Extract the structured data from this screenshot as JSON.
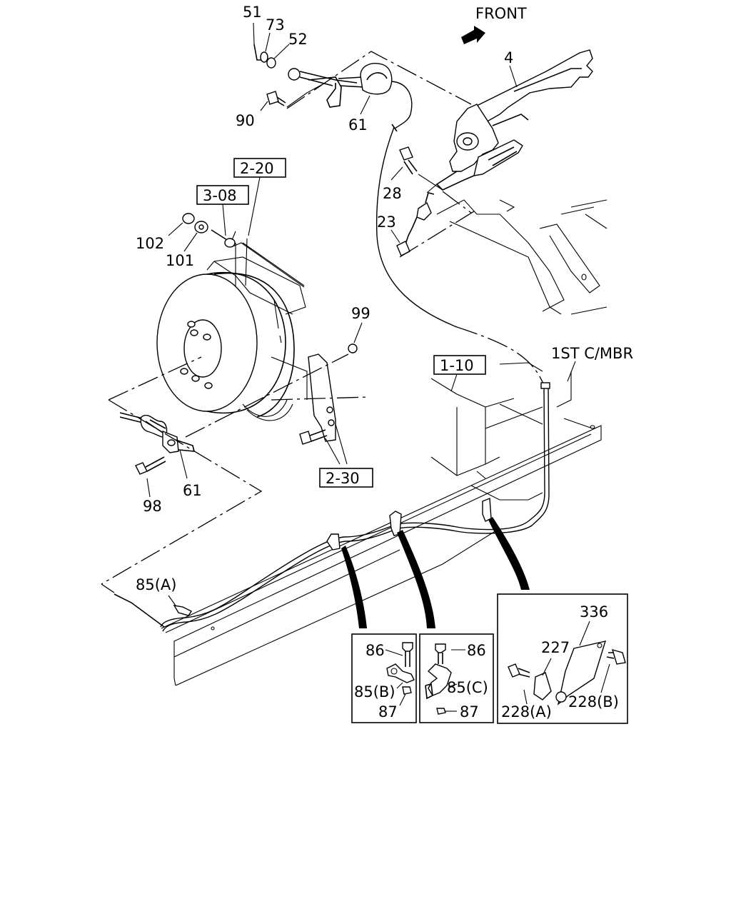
{
  "front_label": "FRONT",
  "member_label": "1ST C/MBR",
  "ref_boxes": [
    "2-20",
    "3-08",
    "1-10",
    "2-30"
  ],
  "callouts": {
    "p51": "51",
    "p73": "73",
    "p52": "52",
    "p90": "90",
    "p61_top": "61",
    "p4": "4",
    "p28": "28",
    "p23": "23",
    "p102": "102",
    "p101": "101",
    "p99": "99",
    "p98": "98",
    "p61_low": "61",
    "p85a": "85(A)"
  },
  "detail_b": {
    "bolt": "86",
    "clip": "85(B)",
    "nut": "87"
  },
  "detail_c": {
    "bolt": "86",
    "clip": "85(C)",
    "nut": "87"
  },
  "detail_bracket": {
    "plate": "336",
    "clip": "227",
    "bolt_a": "228(A)",
    "bolt_b": "228(B)"
  }
}
